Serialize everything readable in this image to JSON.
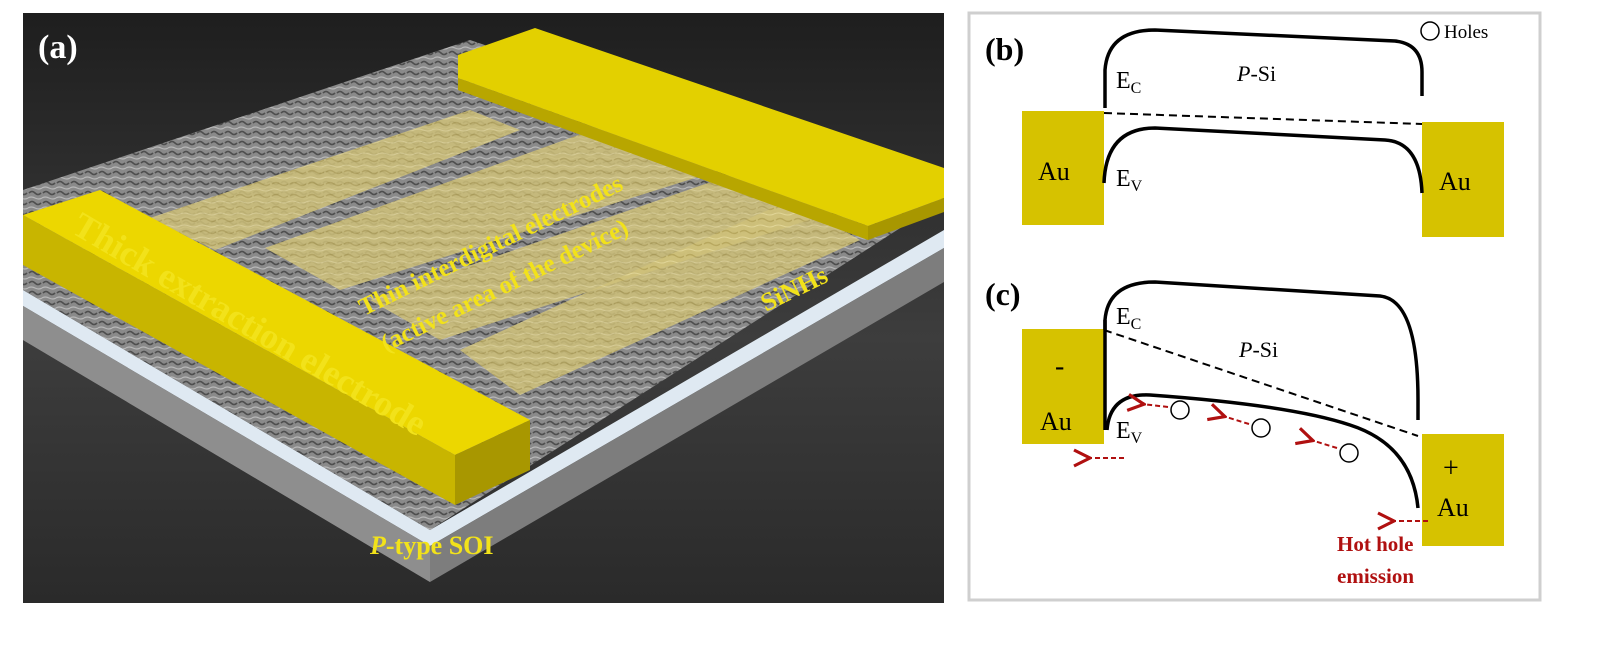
{
  "panel_a": {
    "label": "(a)",
    "thick_electrode": "Thick extraction electrode",
    "thin_electrodes_line1": "Thin interdigital electrodes",
    "thin_electrodes_line2": "(active area of the device)",
    "sinhs": "SiNHs",
    "substrate_prefix": "P",
    "substrate_suffix": "-type SOI"
  },
  "panel_b": {
    "label": "(b)",
    "legend": "Holes",
    "ec_main": "E",
    "ec_sub": "C",
    "ev_main": "E",
    "ev_sub": "V",
    "psi_prefix": "P",
    "psi_suffix": "-Si",
    "au_left": "Au",
    "au_right": "Au"
  },
  "panel_c": {
    "label": "(c)",
    "ec_main": "E",
    "ec_sub": "C",
    "ev_main": "E",
    "ev_sub": "V",
    "psi_prefix": "P",
    "psi_suffix": "-Si",
    "minus": "-",
    "plus": "+",
    "au_left": "Au",
    "au_right": "Au",
    "emission_line1": "Hot hole",
    "emission_line2": "emission"
  },
  "colors": {
    "gold": "#d6c200",
    "gold_bright": "#e8d200",
    "label_yellow": "#f2e21a",
    "arrow_red": "#b01010",
    "dark_bg": "#2c2c2c"
  }
}
